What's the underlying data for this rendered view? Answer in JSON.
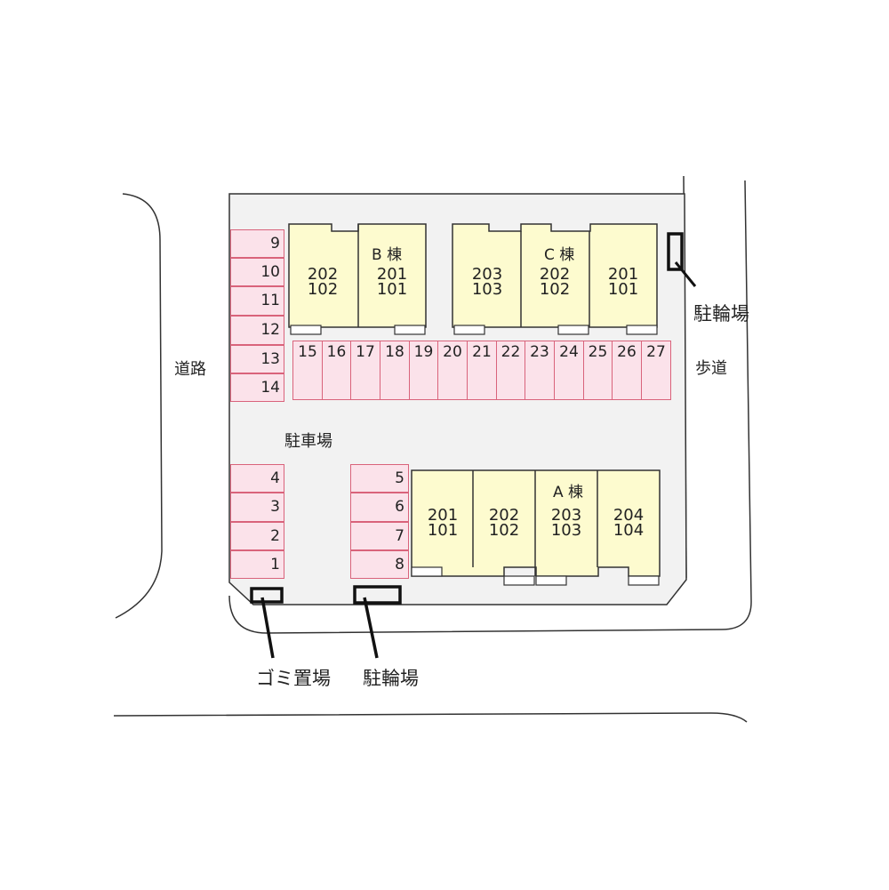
{
  "labels": {
    "road": "道路",
    "sidewalk": "歩道",
    "parking": "駐車場",
    "bike_parking_right": "駐輪場",
    "bike_parking_bottom": "駐輪場",
    "garbage": "ゴミ置場"
  },
  "colors": {
    "lot_fill": "#f2f2f2",
    "building_fill": "#fdfbcf",
    "stall_fill": "#fbe2ea",
    "stall_border": "#d9637b",
    "outline": "#333333"
  },
  "buildings": {
    "B": {
      "label": "B 棟",
      "units": [
        {
          "upper": "202",
          "lower": "102"
        },
        {
          "upper": "201",
          "lower": "101"
        }
      ]
    },
    "C": {
      "label": "C 棟",
      "units": [
        {
          "upper": "203",
          "lower": "103"
        },
        {
          "upper": "202",
          "lower": "102"
        },
        {
          "upper": "201",
          "lower": "101"
        }
      ]
    },
    "A": {
      "label": "A 棟",
      "units": [
        {
          "upper": "201",
          "lower": "101"
        },
        {
          "upper": "202",
          "lower": "102"
        },
        {
          "upper": "203",
          "lower": "103"
        },
        {
          "upper": "204",
          "lower": "104"
        }
      ]
    }
  },
  "stalls": {
    "left_top": [
      "9",
      "10",
      "11",
      "12",
      "13",
      "14"
    ],
    "middle_row": [
      "15",
      "16",
      "17",
      "18",
      "19",
      "20",
      "21",
      "22",
      "23",
      "24",
      "25",
      "26",
      "27"
    ],
    "left_bottom": [
      "4",
      "3",
      "2",
      "1"
    ],
    "center_bottom": [
      "5",
      "6",
      "7",
      "8"
    ]
  }
}
